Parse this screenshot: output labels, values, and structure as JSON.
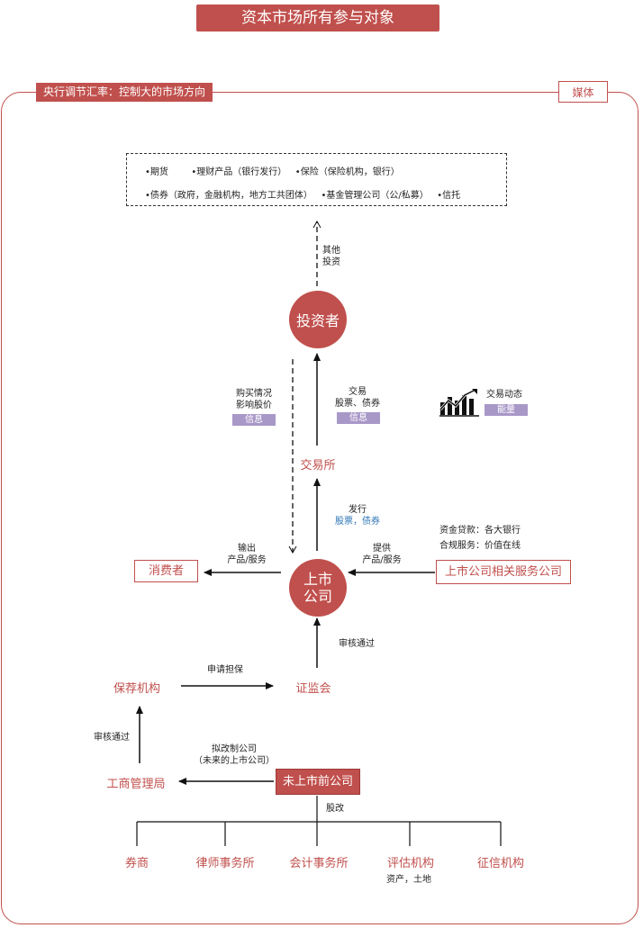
{
  "title": "资本市场所有参与对象",
  "central_bank_label": "央行调节汇率：控制大的市场方向",
  "media_label": "媒体",
  "other_investments": {
    "row1": [
      "•期货",
      "•理财产品（银行发行）",
      "•保险（保险机构，银行）"
    ],
    "row2": [
      "•债券（政府，金融机构，地方工共团体）",
      "•基金管理公司（公/私募）",
      "•信托"
    ]
  },
  "other_invest_label": [
    "其他",
    "投资"
  ],
  "investor": "投资者",
  "buy_influence": {
    "line1": "购买情况",
    "line2": "影响股价",
    "tag": "信息"
  },
  "trade": {
    "line1": "交易",
    "line2": "股票、债券",
    "tag": "信息"
  },
  "trade_dynamics": {
    "text": "交易动态",
    "tag": "能量",
    "icon": "trend-chart-icon"
  },
  "exchange": "交易所",
  "issue": {
    "line1": "发行",
    "line2": "股票，债券"
  },
  "services_info": {
    "line1": "资金贷款：各大银行",
    "line2": "合规服务：价值在线"
  },
  "provide": {
    "line1": "提供",
    "line2": "产品/服务"
  },
  "service_company": "上市公司相关服务公司",
  "output": {
    "line1": "输出",
    "line2": "产品/服务"
  },
  "consumer": "消费者",
  "listed_company": [
    "上市",
    "公司"
  ],
  "audit_passed_top": "审核通过",
  "sponsor": "保荐机构",
  "apply_guarantee": "申请担保",
  "csrc": "证监会",
  "audit_passed_left": "审核通过",
  "restructure": {
    "line1": "拟改制公司",
    "line2": "（未来的上市公司）"
  },
  "aic": "工商管理局",
  "pre_listed": "未上市前公司",
  "share_reform": "股改",
  "bottom_items": [
    "券商",
    "律师事务所",
    "会计事务所",
    "评估机构",
    "征信机构"
  ],
  "assets_note": "资产，土地",
  "colors": {
    "accent": "#c0504d",
    "tag": "#a898c8",
    "blue": "#2e75b6"
  }
}
